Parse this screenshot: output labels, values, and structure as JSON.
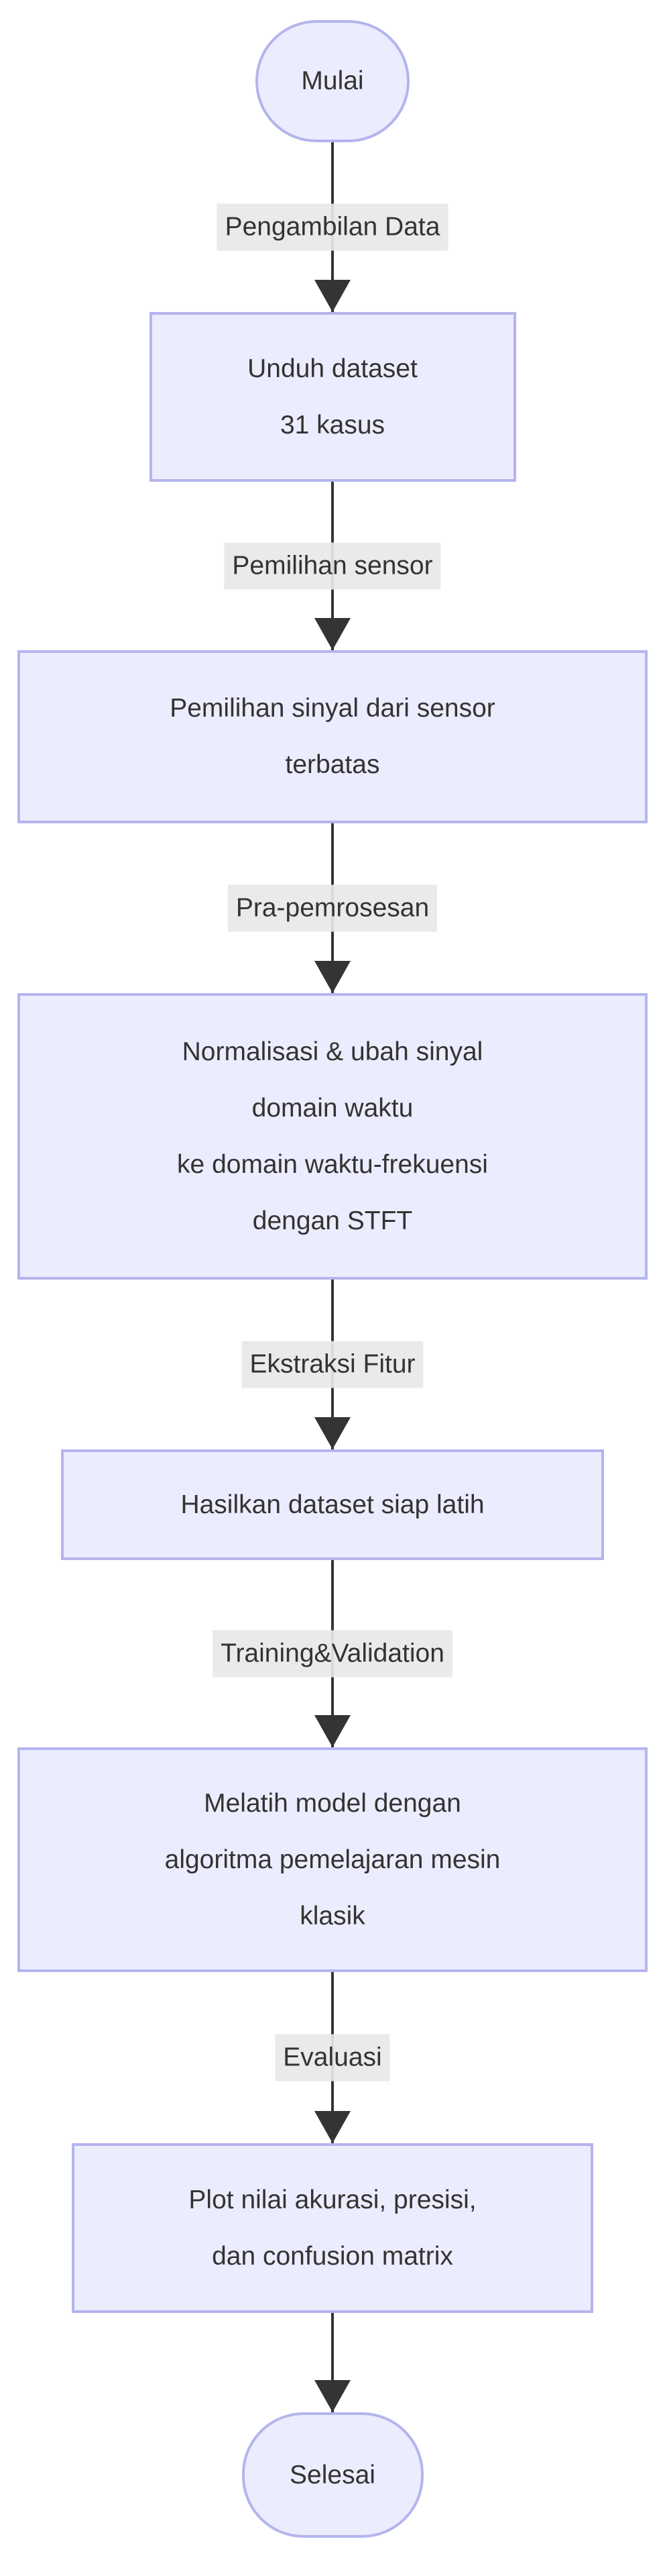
{
  "diagram": {
    "type": "flowchart",
    "direction": "top-down",
    "background": "#FFFFFF",
    "colors": {
      "node_fill": "#ECECFF",
      "node_border": "#B4B4EE",
      "text": "#333333",
      "edge": "#343434",
      "edge_label_bg": "#E8E8E8"
    },
    "nodes": [
      {
        "id": "start",
        "shape": "stadium",
        "lines": [
          "Mulai"
        ]
      },
      {
        "id": "unduh-dataset",
        "shape": "rect",
        "lines": [
          "Unduh dataset",
          "31 kasus"
        ]
      },
      {
        "id": "pemilihan-sinyal",
        "shape": "rect",
        "lines": [
          "Pemilihan sinyal dari sensor",
          "terbatas"
        ]
      },
      {
        "id": "normalisasi-stft",
        "shape": "rect",
        "lines": [
          "Normalisasi & ubah sinyal",
          "domain waktu",
          "ke domain waktu-frekuensi",
          "dengan STFT"
        ]
      },
      {
        "id": "hasilkan-dataset",
        "shape": "rect",
        "lines": [
          "Hasilkan dataset siap latih"
        ]
      },
      {
        "id": "melatih-model",
        "shape": "rect",
        "lines": [
          "Melatih model dengan",
          "algoritma pemelajaran mesin",
          "klasik"
        ]
      },
      {
        "id": "plot-evaluasi",
        "shape": "rect",
        "lines": [
          "Plot nilai akurasi, presisi,",
          "dan confusion matrix"
        ]
      },
      {
        "id": "end",
        "shape": "stadium",
        "lines": [
          "Selesai"
        ]
      }
    ],
    "edges": [
      {
        "from": "start",
        "to": "unduh-dataset",
        "label": "Pengambilan Data"
      },
      {
        "from": "unduh-dataset",
        "to": "pemilihan-sinyal",
        "label": "Pemilihan sensor"
      },
      {
        "from": "pemilihan-sinyal",
        "to": "normalisasi-stft",
        "label": "Pra-pemrosesan"
      },
      {
        "from": "normalisasi-stft",
        "to": "hasilkan-dataset",
        "label": "Ekstraksi Fitur"
      },
      {
        "from": "hasilkan-dataset",
        "to": "melatih-model",
        "label": "Training&Validation"
      },
      {
        "from": "melatih-model",
        "to": "plot-evaluasi",
        "label": "Evaluasi"
      },
      {
        "from": "plot-evaluasi",
        "to": "end",
        "label": ""
      }
    ]
  }
}
